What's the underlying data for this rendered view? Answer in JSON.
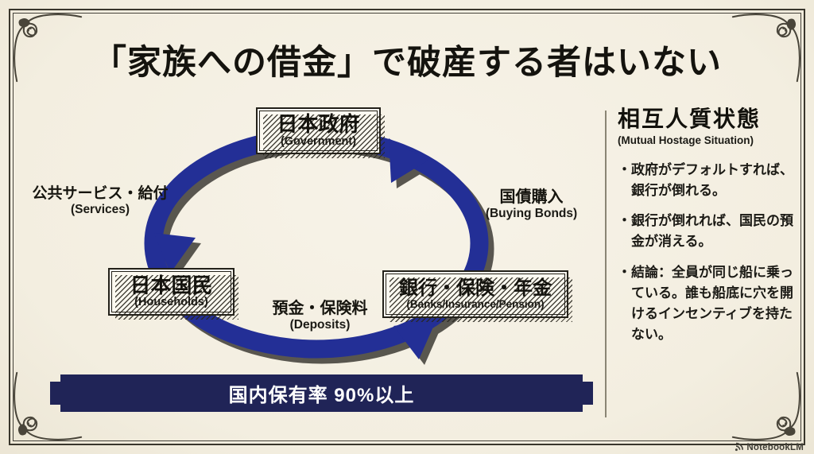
{
  "slide": {
    "title": "「家族への借金」で破産する者はいない"
  },
  "diagram": {
    "nodes": {
      "government": {
        "jp": "日本政府",
        "en": "(Government)"
      },
      "households": {
        "jp": "日本国民",
        "en": "(Households)"
      },
      "banks": {
        "jp": "銀行・保険・年金",
        "en": "(Banks/Insurance/Pension)"
      }
    },
    "edges": {
      "services": {
        "jp": "公共サービス・給付",
        "en": "(Services)"
      },
      "bonds": {
        "jp": "国債購入",
        "en": "(Buying Bonds)"
      },
      "deposits": {
        "jp": "預金・保険料",
        "en": "(Deposits)"
      }
    },
    "banner": "国内保有率 90%以上",
    "flow_direction": "government → households → banks → government"
  },
  "sidebar": {
    "heading_jp": "相互人質状態",
    "heading_en": "(Mutual Hostage Situation)",
    "bullet_marker": "・",
    "bullets": [
      "政府がデフォルトすれば、銀行が倒れる。",
      "銀行が倒れれば、国民の預金が消える。",
      "結論：全員が同じ船に乗っている。誰も船底に穴を開けるインセンティブを持たない。"
    ]
  },
  "footer": {
    "brand": "NotebookLM"
  },
  "colors": {
    "paper": "#f4f0e3",
    "ink": "#23211a",
    "arrow_navy": "#232f96",
    "banner_navy": "#202457"
  }
}
